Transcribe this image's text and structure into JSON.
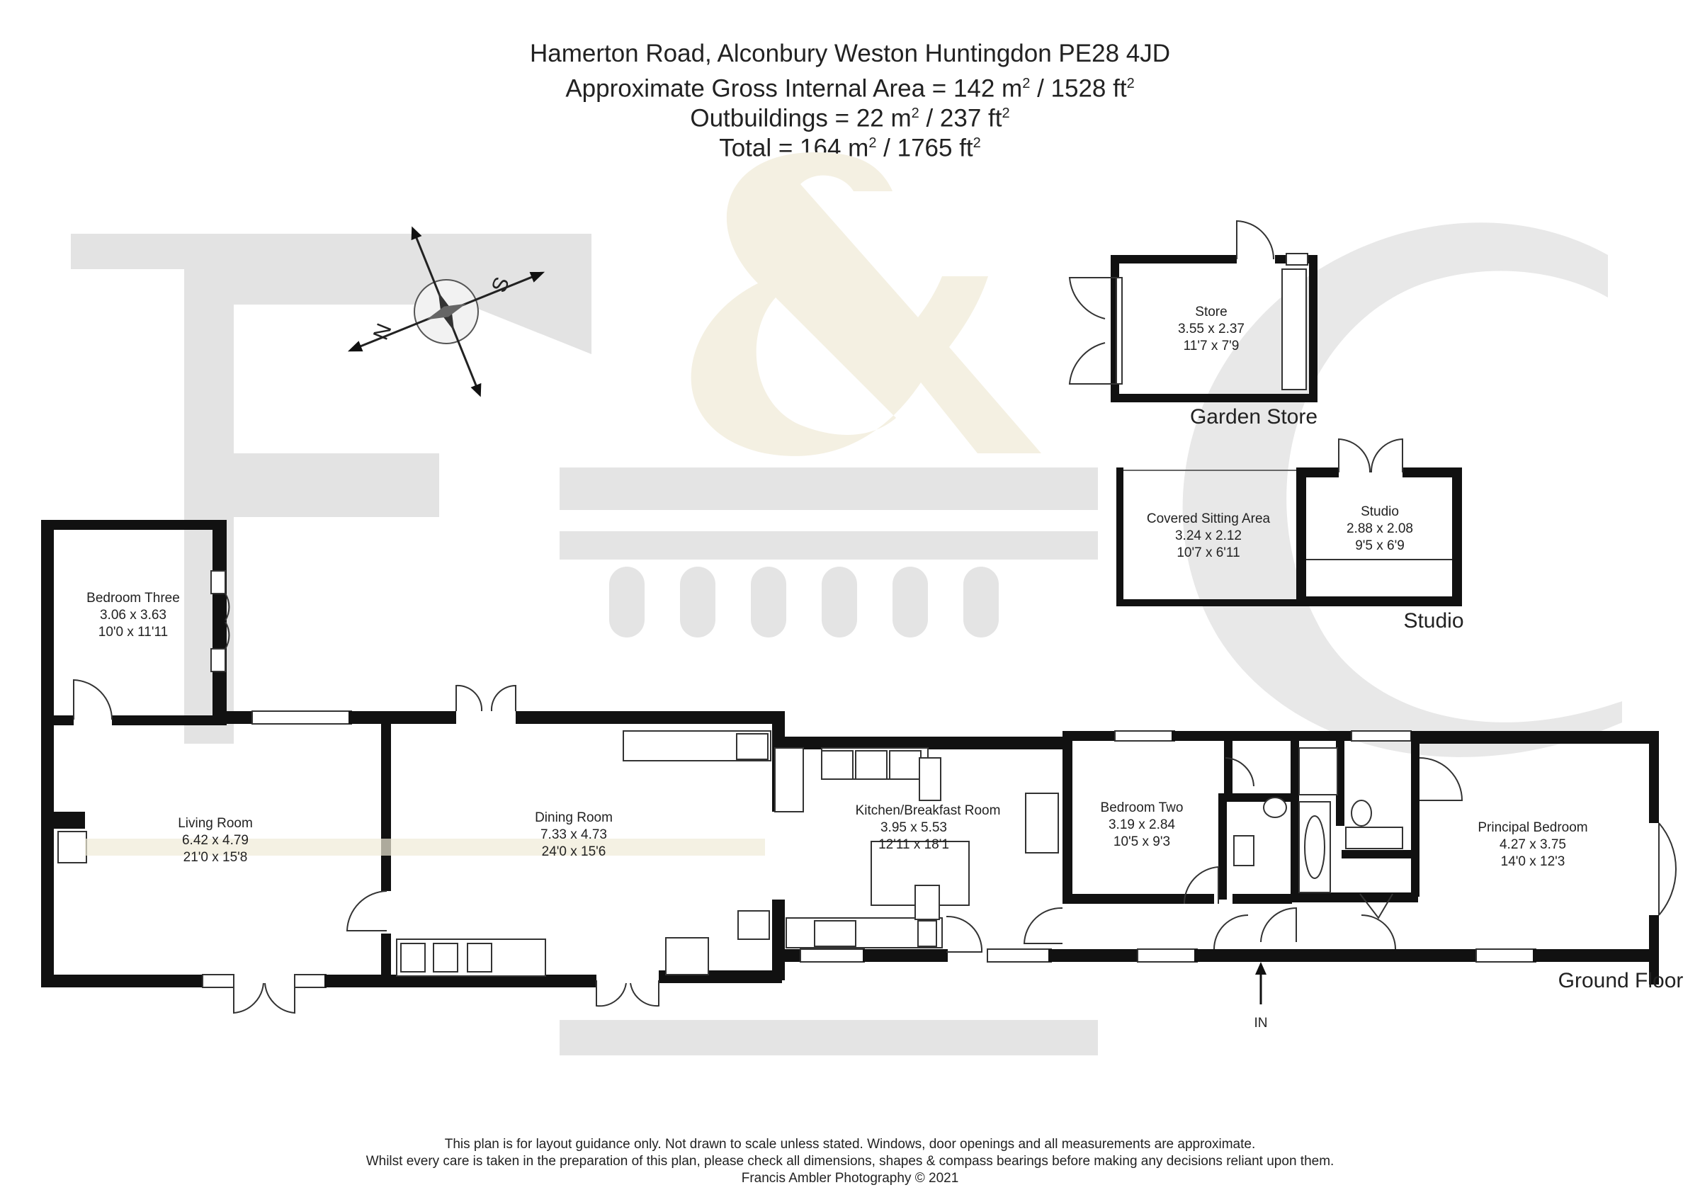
{
  "header": {
    "address": "Hamerton Road, Alconbury Weston Huntingdon PE28 4JD",
    "gross_area_text": "Approximate Gross Internal Area = 142 m",
    "gross_area_mid": " / 1528 ft",
    "outbuildings_text": "Outbuildings = 22 m",
    "outbuildings_mid": " / 237 ft",
    "total_text": "Total = 164 m",
    "total_mid": " / 1765 ft",
    "sup": "2"
  },
  "watermark": {
    "logo_text": "F&C"
  },
  "compass": {
    "north": "N",
    "south": "S"
  },
  "rooms": {
    "bedroom_three": {
      "name": "Bedroom Three",
      "metric": "3.06 x 3.63",
      "imperial": "10'0 x 11'11"
    },
    "living_room": {
      "name": "Living Room",
      "metric": "6.42 x 4.79",
      "imperial": "21'0 x 15'8"
    },
    "dining_room": {
      "name": "Dining Room",
      "metric": "7.33 x 4.73",
      "imperial": "24'0 x 15'6"
    },
    "kitchen": {
      "name": "Kitchen/Breakfast Room",
      "metric": "3.95 x 5.53",
      "imperial": "12'11 x 18'1"
    },
    "bedroom_two": {
      "name": "Bedroom Two",
      "metric": "3.19 x 2.84",
      "imperial": "10'5 x 9'3"
    },
    "principal_bedroom": {
      "name": "Principal Bedroom",
      "metric": "4.27 x 3.75",
      "imperial": "14'0 x 12'3"
    },
    "store": {
      "name": "Store",
      "metric": "3.55 x 2.37",
      "imperial": "11'7 x 7'9"
    },
    "covered_sitting": {
      "name": "Covered Sitting Area",
      "metric": "3.24 x 2.12",
      "imperial": "10'7 x 6'11"
    },
    "studio": {
      "name": "Studio",
      "metric": "2.88 x 2.08",
      "imperial": "9'5 x 6'9"
    }
  },
  "section_labels": {
    "garden_store": "Garden Store",
    "studio": "Studio",
    "ground_floor": "Ground Floor",
    "entrance": "IN"
  },
  "footer": {
    "line1": "This plan is for layout guidance only. Not drawn to scale unless stated. Windows, door openings and all measurements are approximate.",
    "line2": "Whilst every care is taken in the preparation of this plan, please check all dimensions, shapes & compass bearings before making any decisions reliant upon them.",
    "line3": "Francis Ambler Photography © 2021"
  }
}
